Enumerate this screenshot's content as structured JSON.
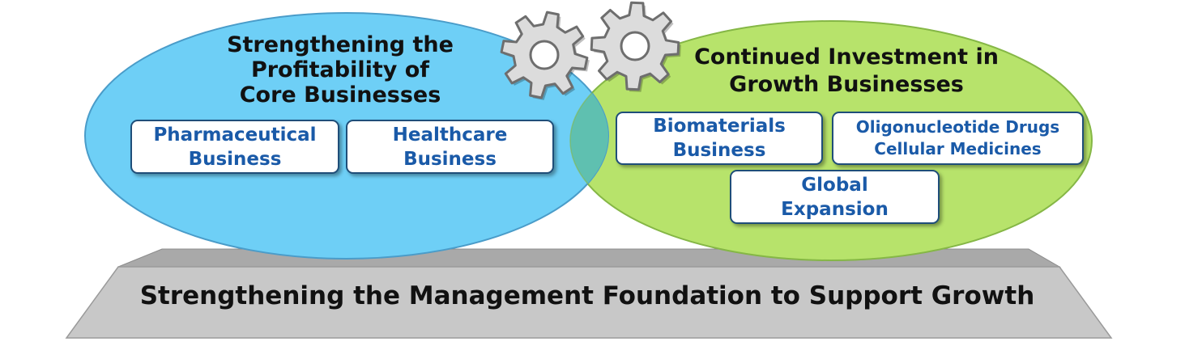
{
  "left_group": {
    "title_lines": [
      "Strengthening the",
      "Profitability of",
      "Core Businesses"
    ],
    "items": [
      {
        "lines": [
          "Pharmaceutical",
          "Business"
        ]
      },
      {
        "lines": [
          "Healthcare",
          "Business"
        ]
      }
    ]
  },
  "right_group": {
    "title_lines": [
      "Continued Investment in",
      "Growth Businesses"
    ],
    "items": [
      {
        "lines": [
          "Biomaterials",
          "Business"
        ]
      },
      {
        "lines": [
          "Oligonucleotide Drugs",
          "Cellular Medicines"
        ]
      },
      {
        "lines": [
          "Global",
          "Expansion"
        ]
      }
    ]
  },
  "foundation": {
    "label": "Strengthening the Management Foundation to Support Growth"
  },
  "icons": [
    "gear-icon",
    "gear-icon"
  ],
  "colors": {
    "left_ellipse": "#6ecff6",
    "right_ellipse": "#b7e36b",
    "overlap": "#5fc0b0",
    "item_text": "#1a5aa8",
    "item_border": "#1f4e79",
    "platform_top": "#a9a9a9",
    "platform_front": "#c8c8c8"
  }
}
